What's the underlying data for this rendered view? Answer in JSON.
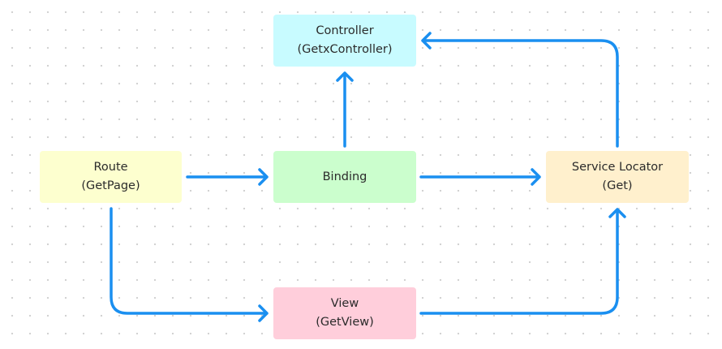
{
  "diagram": {
    "colors": {
      "connector": "#1a8ff0",
      "controller_fill": "#c8fbff",
      "route_fill": "#fdffcf",
      "binding_fill": "#cbfecd",
      "locator_fill": "#fff0cd",
      "view_fill": "#ffcedb",
      "text": "#2b2b2b"
    },
    "nodes": {
      "controller": {
        "title": "Controller",
        "subtitle": "(GetxController)"
      },
      "route": {
        "title": "Route",
        "subtitle": "(GetPage)"
      },
      "binding": {
        "title": "Binding"
      },
      "locator": {
        "title": "Service Locator",
        "subtitle": "(Get)"
      },
      "view": {
        "title": "View",
        "subtitle": "(GetView)"
      }
    },
    "edges": [
      {
        "from": "route",
        "to": "binding"
      },
      {
        "from": "binding",
        "to": "controller"
      },
      {
        "from": "binding",
        "to": "locator"
      },
      {
        "from": "locator",
        "to": "controller"
      },
      {
        "from": "route",
        "to": "view"
      },
      {
        "from": "view",
        "to": "locator"
      }
    ]
  }
}
